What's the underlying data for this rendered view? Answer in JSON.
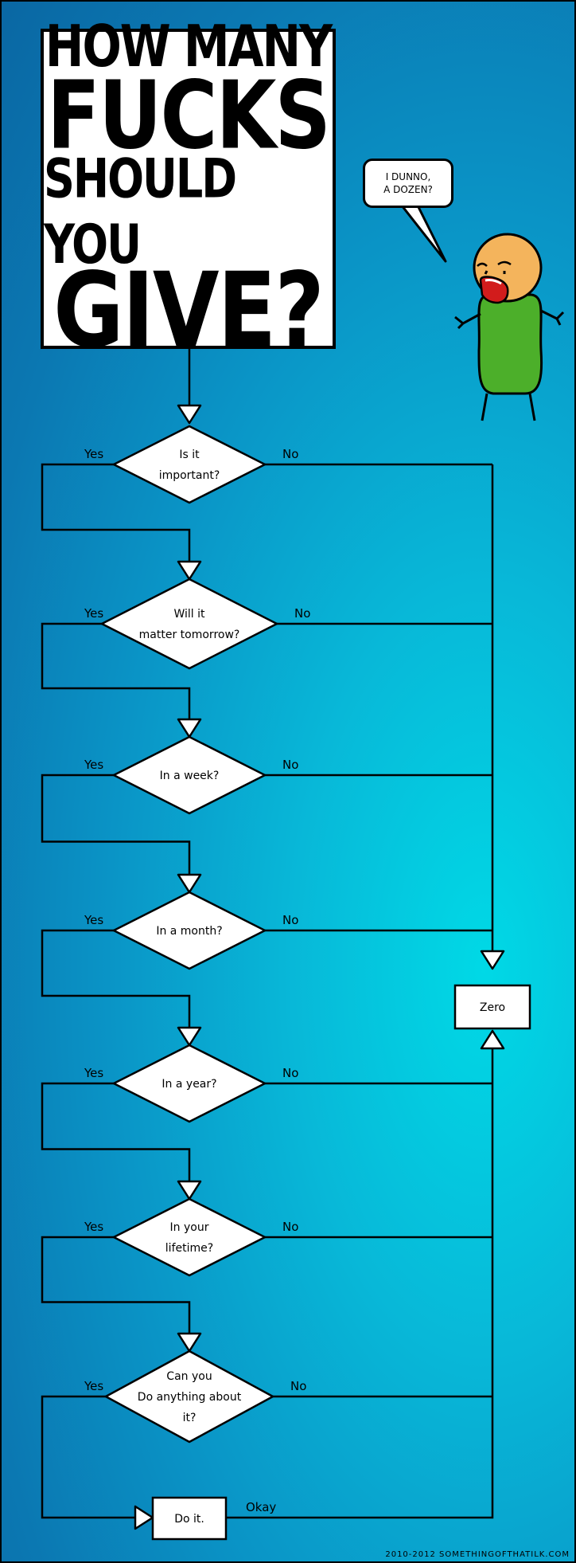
{
  "title": {
    "line1": "How many",
    "line2": "Fucks",
    "line3": "Should you",
    "line4": "Give?"
  },
  "speech": {
    "line1": "I DUNNO,",
    "line2": "A DOZEN?"
  },
  "questions": [
    {
      "lines": [
        "Is it",
        "important?"
      ],
      "yes": "Yes",
      "no": "No"
    },
    {
      "lines": [
        "Will it",
        "matter tomorrow?"
      ],
      "yes": "Yes",
      "no": "No"
    },
    {
      "lines": [
        "In a week?"
      ],
      "yes": "Yes",
      "no": "No"
    },
    {
      "lines": [
        "In a month?"
      ],
      "yes": "Yes",
      "no": "No"
    },
    {
      "lines": [
        "In a year?"
      ],
      "yes": "Yes",
      "no": "No"
    },
    {
      "lines": [
        "In your",
        "lifetime?"
      ],
      "yes": "Yes",
      "no": "No"
    },
    {
      "lines": [
        "Can you",
        "Do anything about",
        "it?"
      ],
      "yes": "Yes",
      "no": "No"
    }
  ],
  "zero_label": "Zero",
  "doit_label": "Do it.",
  "okay_label": "Okay",
  "credit": "2010-2012 SOMETHINGOFTHATILK.COM",
  "colors": {
    "bg_light": "#00d9e6",
    "bg_dark": "#0a67a3",
    "shirt": "#4caf2a",
    "skin": "#f4b45c",
    "mouth": "#d21c1c"
  }
}
